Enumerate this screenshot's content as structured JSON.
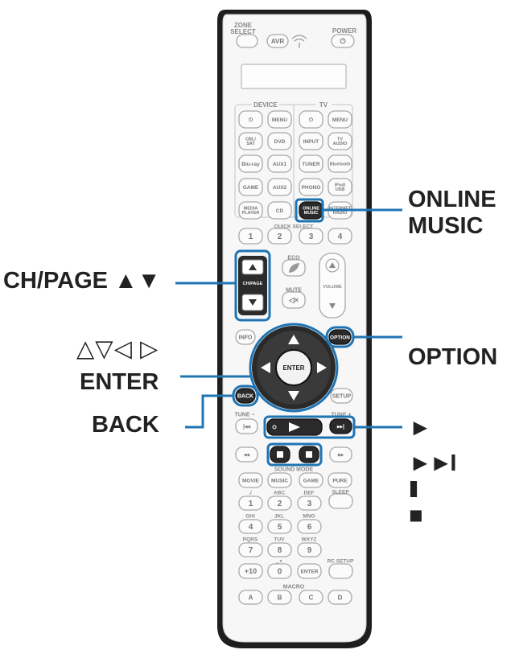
{
  "remote": {
    "top": {
      "zone_select": "ZONE\nSELECT",
      "avr": "AVR",
      "power": "POWER"
    },
    "device_header": "DEVICE",
    "tv_header": "TV",
    "grid_rows": [
      [
        {
          "id": "dev-power",
          "t": "⏻"
        },
        {
          "id": "dev-menu",
          "t": "MENU"
        },
        {
          "id": "tv-power",
          "t": "⏻"
        },
        {
          "id": "tv-menu",
          "t": "MENU"
        }
      ],
      [
        {
          "id": "cbl-sat",
          "t": "CBL/\nSAT"
        },
        {
          "id": "dvd",
          "t": "DVD"
        },
        {
          "id": "input",
          "t": "INPUT"
        },
        {
          "id": "tv-audio",
          "t": "TV\nAUDIO"
        }
      ],
      [
        {
          "id": "blu-ray",
          "t": "Blu-ray"
        },
        {
          "id": "aux1",
          "t": "AUX1"
        },
        {
          "id": "tuner",
          "t": "TUNER"
        },
        {
          "id": "bluetooth",
          "t": "Bluetooth"
        }
      ],
      [
        {
          "id": "game",
          "t": "GAME"
        },
        {
          "id": "aux2",
          "t": "AUX2"
        },
        {
          "id": "phono",
          "t": "PHONO"
        },
        {
          "id": "ipod-usb",
          "t": "iPod/\nUSB"
        }
      ],
      [
        {
          "id": "media-player",
          "t": "MEDIA\nPLAYER"
        },
        {
          "id": "cd",
          "t": "CD"
        },
        {
          "id": "online-music",
          "t": "ONLINE\nMUSIC"
        },
        {
          "id": "internet-radio",
          "t": "INTERNET\nRADIO"
        }
      ]
    ],
    "quick_select": {
      "label": "QUICK SELECT",
      "keys": [
        "1",
        "2",
        "3",
        "4"
      ]
    },
    "ch_page": "CH/PAGE",
    "eco": "ECO",
    "mute": "MUTE",
    "volume": "VOLUME",
    "info": "INFO",
    "option": "OPTION",
    "enter": "ENTER",
    "back": "BACK",
    "setup": "SETUP",
    "tune_minus": "TUNE −",
    "tune_plus": "TUNE +",
    "sound_mode": {
      "label": "SOUND MODE",
      "keys": [
        "MOVIE",
        "MUSIC",
        "GAME",
        "PURE"
      ]
    },
    "sleep": "SLEEP",
    "numpad": [
      {
        "k": "1",
        "s": "./"
      },
      {
        "k": "2",
        "s": "ABC"
      },
      {
        "k": "3",
        "s": "DEF"
      },
      {
        "k": "4",
        "s": "GHI"
      },
      {
        "k": "5",
        "s": "JKL"
      },
      {
        "k": "6",
        "s": "MNO"
      },
      {
        "k": "7",
        "s": "PQRS"
      },
      {
        "k": "8",
        "s": "TUV"
      },
      {
        "k": "9",
        "s": "WXYZ"
      }
    ],
    "plus10": "+10",
    "zero": "0",
    "zero_sub": "⎵ ∗",
    "enter_small": "ENTER",
    "rc_setup": "RC SETUP",
    "macro": {
      "label": "MACRO",
      "keys": [
        "A",
        "B",
        "C",
        "D"
      ]
    }
  },
  "callouts": {
    "online_music": [
      "ONLINE",
      "MUSIC"
    ],
    "ch_page": "CH/PAGE ▲▼",
    "option": "OPTION",
    "arrows": "△▽◁ ▷",
    "enter": "ENTER",
    "back": "BACK",
    "play": "►",
    "skip": "►►I",
    "pause": "II",
    "stop": "■"
  },
  "colors": {
    "highlight": "#1f74b3",
    "dark_button": "#2a2a2a",
    "remote_face": "#f7f7f7",
    "button_outline": "#a8a8a8"
  }
}
